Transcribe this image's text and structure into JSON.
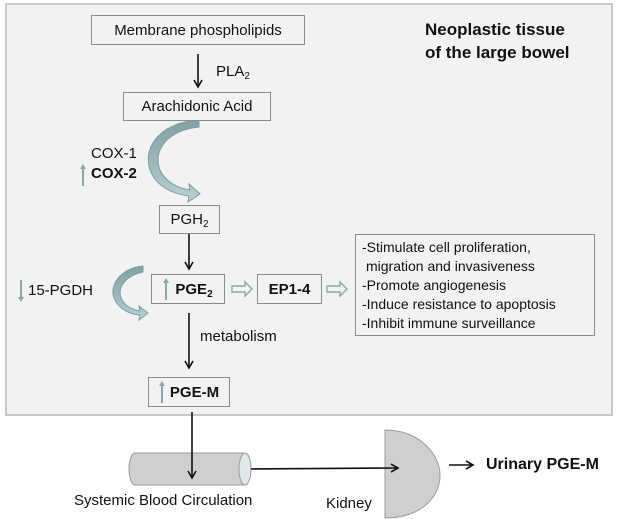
{
  "title": {
    "line1": "Neoplastic tissue",
    "line2": "of the large bowel"
  },
  "nodes": {
    "membrane": "Membrane phospholipids",
    "pla2_base": "PLA",
    "pla2_sub": "2",
    "arachidonic": "Arachidonic Acid",
    "cox1": "COX-1",
    "cox2": "COX-2",
    "pgh2_base": "PGH",
    "pgh2_sub": "2",
    "pgdh": "15-PGDH",
    "pge2_base": "PGE",
    "pge2_sub": "2",
    "ep": "EP1-4",
    "metabolism": "metabolism",
    "pgem": "PGE-M",
    "blood": "Systemic Blood Circulation",
    "kidney": "Kidney",
    "urinary": "Urinary PGE-M"
  },
  "effects": [
    "-Stimulate cell proliferation,",
    "  migration and invasiveness",
    "-Promote angiogenesis",
    "-Induce resistance to apoptosis",
    "-Inhibit immune surveillance"
  ],
  "indicators": {
    "cox2": "up",
    "pgdh": "down",
    "pge2": "up",
    "pgem": "up"
  },
  "colors": {
    "accent": "#86a9ad",
    "frame_bg": "#f2f2f2",
    "organ_fill": "#cfcfcf"
  }
}
